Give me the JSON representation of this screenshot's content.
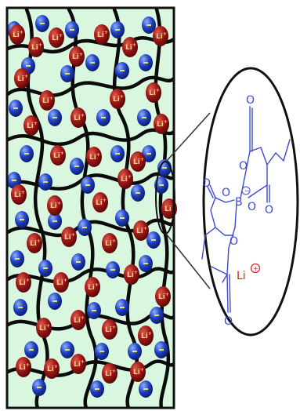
{
  "colors": {
    "background": "#ffffff",
    "matrix_fill": "#d9f7df",
    "frame": "#111111",
    "polymer_chain": "#0b0b0b",
    "cation_fill": "#9c1616",
    "cation_highlight": "#e05a4a",
    "cation_text": "#f2d98a",
    "anion_fill": "#1f3fc4",
    "anion_highlight": "#8fb0ff",
    "anion_bar": "#e8e070",
    "molecule": "#3c4ad0",
    "lithium_label": "#d42020",
    "zoom_lines": "#333333"
  },
  "legend": {
    "cation_symbol": "Li",
    "cation_sup": "+"
  },
  "molecule": {
    "boron": "B",
    "oxygen": "O",
    "lithium": "Li",
    "anion_charge": "−",
    "cation_charge": "+"
  },
  "icons": {
    "cation": "lithium-cation-sphere-icon",
    "anion": "borate-anion-sphere-icon",
    "zoom": "magnifier-callout-icon"
  }
}
